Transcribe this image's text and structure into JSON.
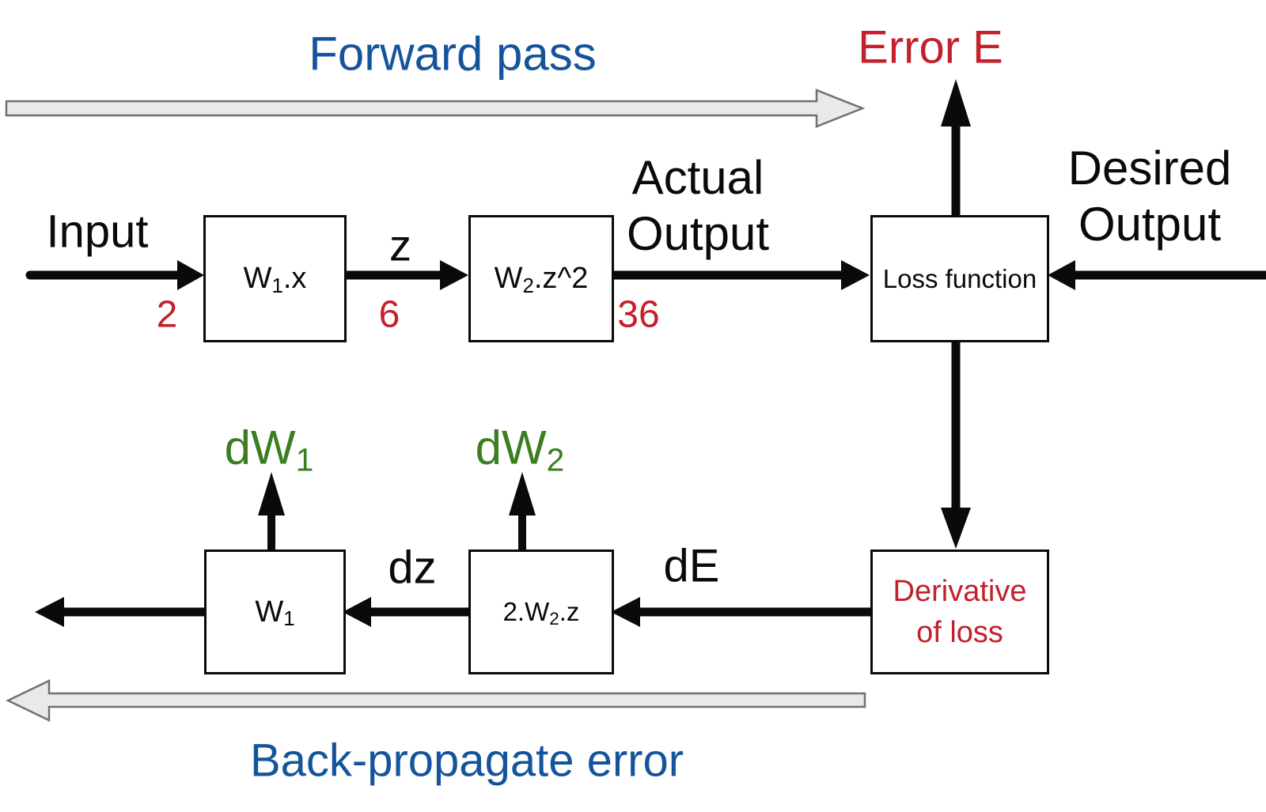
{
  "colors": {
    "blue": "#15549A",
    "red": "#C2202A",
    "green": "#3B7E22",
    "black": "#0A0A0A",
    "arrow_gray_fill": "#E9E9E9",
    "arrow_gray_stroke": "#707070"
  },
  "forward": {
    "title": "Forward pass",
    "error_label": "Error E",
    "input_label": "Input",
    "input_value": "2",
    "z_label": "z",
    "z_value": "6",
    "actual_output_line1": "Actual",
    "actual_output_line2": "Output",
    "actual_output_value": "36",
    "desired_line1": "Desired",
    "desired_line2": "Output",
    "boxes": {
      "w1": {
        "base": "W",
        "sub": "1",
        "suffix": ".x"
      },
      "w2": {
        "base": "W",
        "sub": "2",
        "suffix": ".z^2"
      },
      "loss": {
        "label": "Loss function"
      }
    }
  },
  "backward": {
    "title": "Back-propagate error",
    "dw1": {
      "base": "dW",
      "sub": "1"
    },
    "dw2": {
      "base": "dW",
      "sub": "2"
    },
    "dz_label": "dz",
    "de_label": "dE",
    "boxes": {
      "w1": {
        "base": "W",
        "sub": "1",
        "suffix": ""
      },
      "w2": {
        "base": "2.W",
        "sub": "2",
        "suffix": ".z"
      },
      "derivative": {
        "line1": "Derivative",
        "line2": "of loss"
      }
    }
  }
}
